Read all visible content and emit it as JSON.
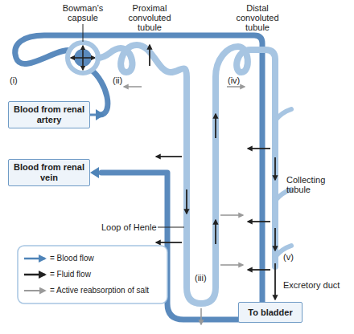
{
  "diagram": {
    "nodes": [
      {
        "text": [
          "Blood from renal artery"
        ]
      },
      {
        "text": [
          "Blood from renal vein"
        ]
      },
      {
        "text": [
          "To bladder"
        ]
      }
    ],
    "labels": [
      "Bowman’s capsule",
      "Proximal convoluted tubule",
      "Distal convoluted tubule",
      "(i)",
      "(ii)",
      "(iv)",
      "Collecting tubule",
      "Loop of Henle",
      "(iii)",
      "(v)",
      "Excretory duct"
    ],
    "legend": [
      {
        "text": "= Blood flow"
      },
      {
        "text": "= Fluid flow"
      },
      {
        "text": "= Active reabsorption of salt"
      }
    ]
  }
}
